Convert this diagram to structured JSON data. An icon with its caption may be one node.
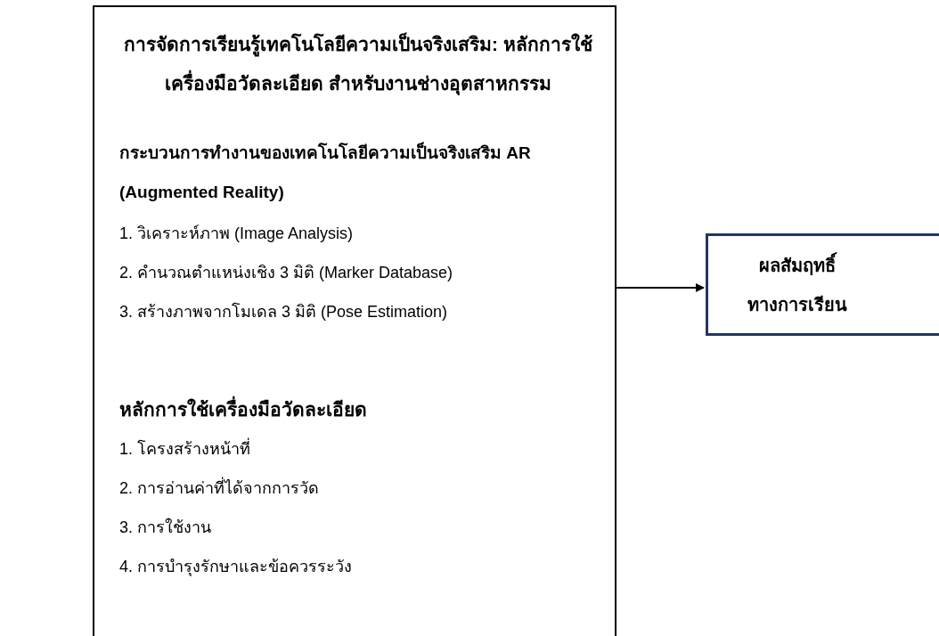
{
  "diagram": {
    "nodes": [
      {
        "text": [
          "การจัดการเรียนรู้เทคโนโลยีความเป็นจริงเสริม: หลักการใช้เครื่องมือวัดละเอียด สำหรับงานช่างอุตสาหกรรม",
          "กระบวนการทำงานของเทคโนโลยีความเป็นจริงเสริม AR (Augmented Reality)",
          "1. วิเคราะห์ภาพ (Image Analysis)",
          "2. คำนวณตำแหน่งเชิง 3 มิติ (Marker Database)",
          "3. สร้างภาพจากโมเดล 3 มิติ (Pose Estimation)",
          "หลักการใช้เครื่องมือวัดละเอียด",
          "1. โครงสร้างหน้าที่",
          "2. การอ่านค่าที่ได้จากการวัด",
          "3. การใช้งาน",
          "4. การบำรุงรักษาและข้อควรระวัง"
        ]
      },
      {
        "text": [
          "ผลสัมฤทธิ์ทางการเรียน"
        ]
      }
    ],
    "edges": [
      {
        "from": 0,
        "to": 1,
        "arrow": "to"
      }
    ]
  }
}
